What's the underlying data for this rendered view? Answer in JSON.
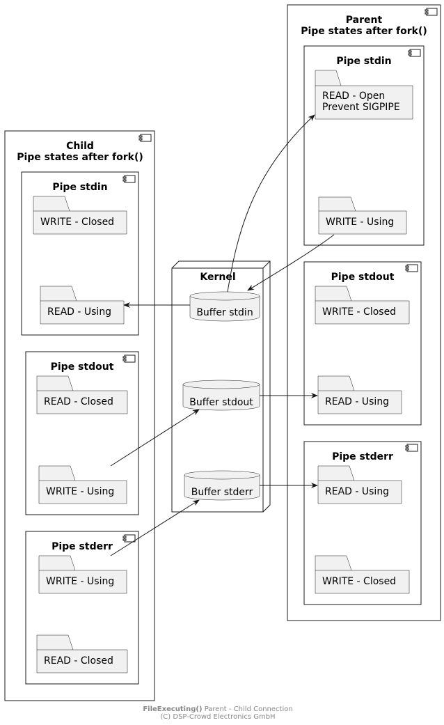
{
  "parent": {
    "title_line1": "Parent",
    "title_line2": "Pipe states after fork()",
    "stdin": {
      "title": "Pipe stdin",
      "read_line1": "READ - Open",
      "read_line2": "Prevent SIGPIPE",
      "write": "WRITE - Using"
    },
    "stdout": {
      "title": "Pipe stdout",
      "write": "WRITE - Closed",
      "read": "READ - Using"
    },
    "stderr": {
      "title": "Pipe stderr",
      "read": "READ - Using",
      "write": "WRITE - Closed"
    }
  },
  "child": {
    "title_line1": "Child",
    "title_line2": "Pipe states after fork()",
    "stdin": {
      "title": "Pipe stdin",
      "write": "WRITE - Closed",
      "read": "READ - Using"
    },
    "stdout": {
      "title": "Pipe stdout",
      "read": "READ - Closed",
      "write": "WRITE - Using"
    },
    "stderr": {
      "title": "Pipe stderr",
      "write": "WRITE - Using",
      "read": "READ - Closed"
    }
  },
  "kernel": {
    "title": "Kernel",
    "buffer_stdin": "Buffer stdin",
    "buffer_stdout": "Buffer stdout",
    "buffer_stderr": "Buffer stderr"
  },
  "footer": {
    "bold": "FileExecuting()",
    "rest": " Parent - Child Connection",
    "line2": "(C) DSP-Crowd Electronics GmbH"
  }
}
